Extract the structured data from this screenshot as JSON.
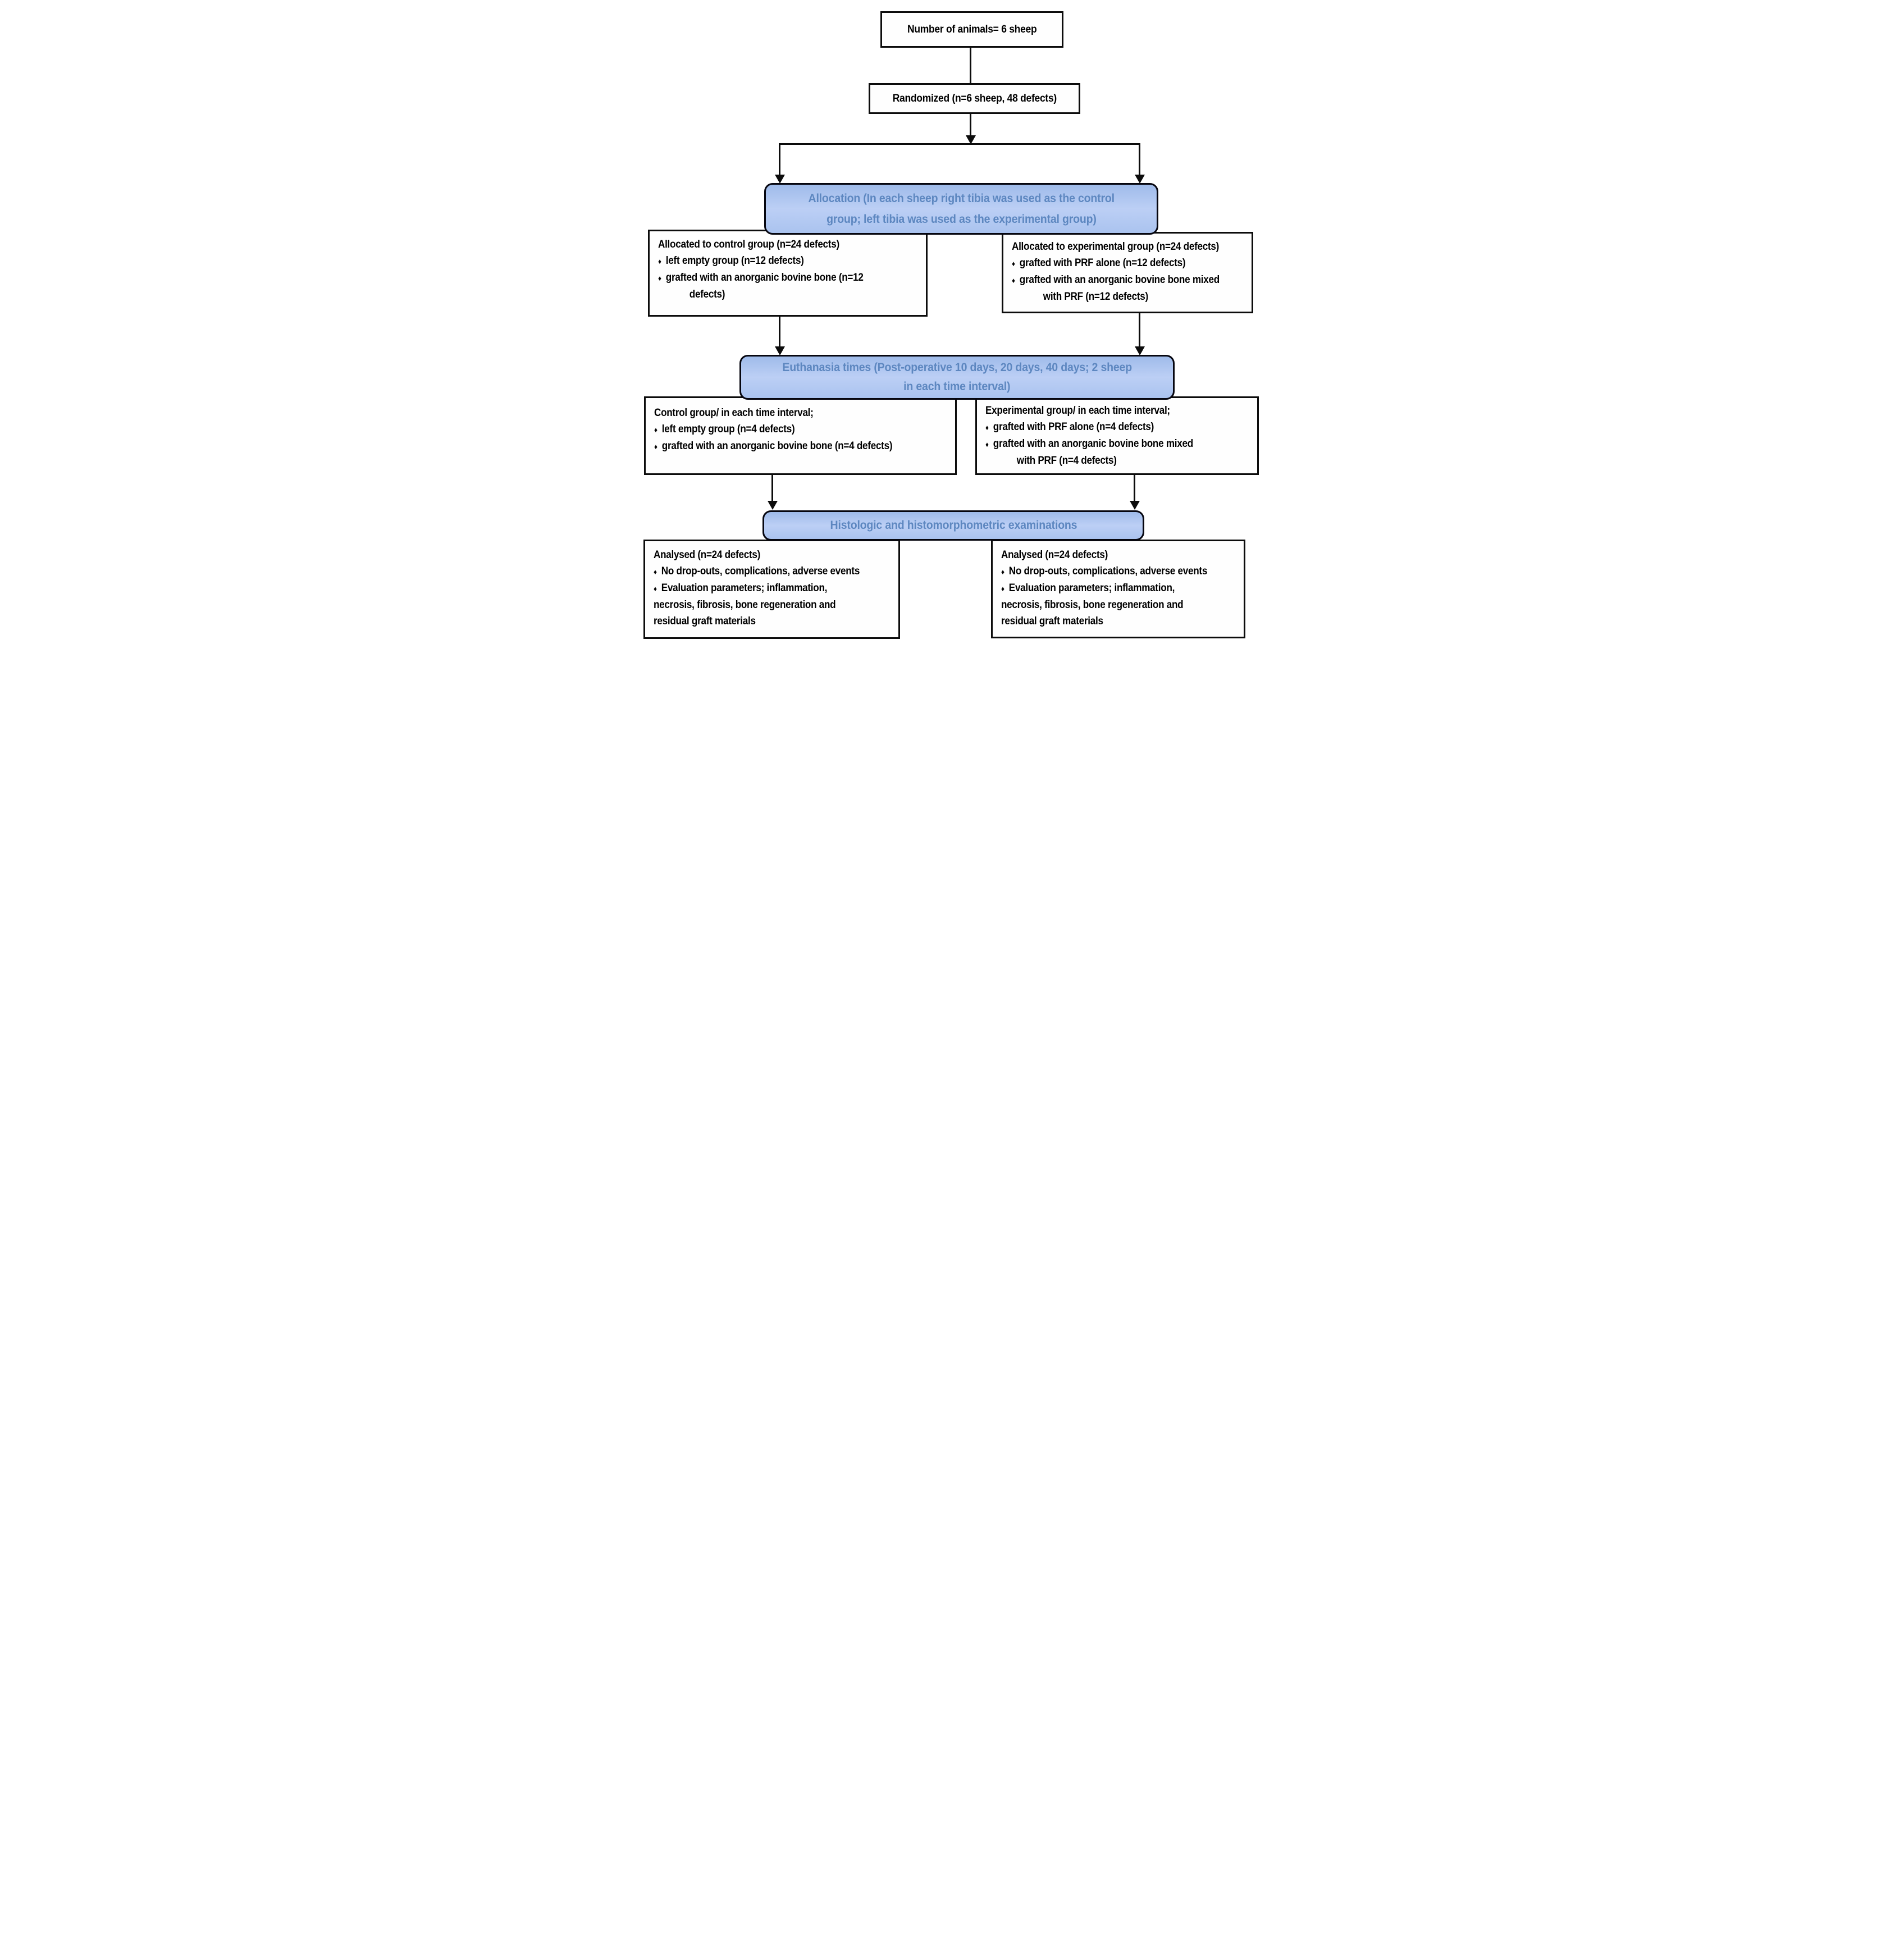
{
  "diagram_title": "Sheep tibia defect study flow diagram",
  "colors": {
    "banner_fill_top": "#9fbbea",
    "banner_fill_mid": "#bccff5",
    "banner_fill_bottom": "#aac3ef",
    "banner_text": "#5d87c0",
    "banner_border": "#06060f",
    "box_border": "#0c0c0c",
    "box_fill": "#fefefe",
    "line_color": "#0c0c0c",
    "body_text": "#000000"
  },
  "nodes": {
    "animals": {
      "label": "Number of animals= 6 sheep"
    },
    "randomized": {
      "label": "Randomized (n=6 sheep, 48 defects)"
    },
    "allocation_banner": {
      "line1": "Allocation (In each sheep right tibia was used as the control",
      "line2": "group; left tibia was used as the experimental group)"
    },
    "control_allocation": {
      "lines": [
        {
          "b": false,
          "i": 0,
          "t": "Allocated to control group (n=24 defects)"
        },
        {
          "b": true,
          "i": 0,
          "t": "left empty group (n=12 defects)"
        },
        {
          "b": true,
          "i": 0,
          "t": "grafted with an anorganic bovine bone  (n=12"
        },
        {
          "b": false,
          "i": 1,
          "t": "defects)"
        }
      ]
    },
    "experimental_allocation": {
      "lines": [
        {
          "b": false,
          "i": 0,
          "t": "Allocated to experimental group (n=24 defects)"
        },
        {
          "b": true,
          "i": 0,
          "t": "grafted with PRF alone (n=12 defects)"
        },
        {
          "b": true,
          "i": 0,
          "t": "grafted with an anorganic bovine bone mixed"
        },
        {
          "b": false,
          "i": 1,
          "t": "with PRF (n=12 defects)"
        }
      ]
    },
    "euthanasia_banner": {
      "line1": "Euthanasia times (Post-operative 10 days, 20 days, 40 days; 2 sheep",
      "line2": "in each time interval)"
    },
    "control_interval": {
      "lines": [
        {
          "b": false,
          "i": 0,
          "t": "Control group/ in each time interval;"
        },
        {
          "b": true,
          "i": 0,
          "t": "left empty group (n=4 defects)"
        },
        {
          "b": true,
          "i": 0,
          "t": "grafted with an anorganic bovine bone  (n=4 defects)"
        }
      ]
    },
    "experimental_interval": {
      "lines": [
        {
          "b": false,
          "i": 0,
          "t": "Experimental group/ in each time interval;"
        },
        {
          "b": true,
          "i": 0,
          "t": "grafted with PRF alone (n=4 defects)"
        },
        {
          "b": true,
          "i": 0,
          "t": "grafted with an anorganic bovine bone mixed"
        },
        {
          "b": false,
          "i": 1,
          "t": "with PRF (n=4 defects)"
        }
      ]
    },
    "histology_banner": {
      "line1": "Histologic and histomorphometric examinations"
    },
    "analysed_control": {
      "lines": [
        {
          "b": false,
          "i": 0,
          "t": "Analysed (n=24 defects)"
        },
        {
          "b": true,
          "i": 0,
          "t": "No drop-outs, complications, adverse events"
        },
        {
          "b": true,
          "i": 0,
          "t": "Evaluation parameters;  inflammation,"
        },
        {
          "b": false,
          "i": 0,
          "t": "necrosis, fibrosis, bone regeneration and"
        },
        {
          "b": false,
          "i": 0,
          "t": "residual graft materials"
        }
      ]
    },
    "analysed_experimental": {
      "lines": [
        {
          "b": false,
          "i": 0,
          "t": "Analysed (n=24 defects)"
        },
        {
          "b": true,
          "i": 0,
          "t": "No drop-outs, complications, adverse events"
        },
        {
          "b": true,
          "i": 0,
          "t": "Evaluation parameters;  inflammation,"
        },
        {
          "b": false,
          "i": 0,
          "t": "necrosis, fibrosis, bone regeneration and"
        },
        {
          "b": false,
          "i": 0,
          "t": "residual graft materials"
        }
      ]
    }
  }
}
